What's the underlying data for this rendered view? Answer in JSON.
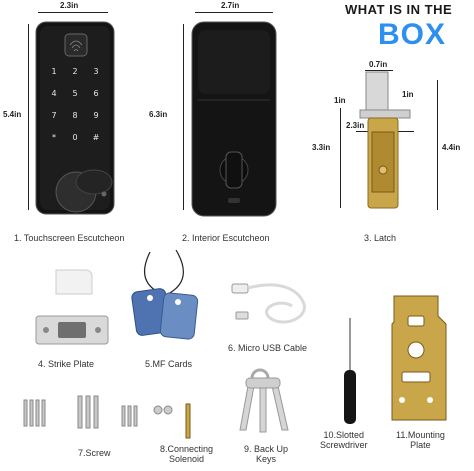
{
  "header": {
    "line1": "WHAT IS IN THE",
    "line2": "BOX"
  },
  "dimensions": {
    "front_width": "2.3in",
    "front_height": "5.4in",
    "interior_width": "2.7in",
    "interior_height": "6.3in",
    "latch_top_width": "0.7in",
    "latch_left_1": "1in",
    "latch_right_1": "1in",
    "latch_mid_width": "2.3in",
    "latch_height_left": "3.3in",
    "latch_height_right": "4.4in"
  },
  "keypad": {
    "keys": [
      "1",
      "2",
      "3",
      "4",
      "5",
      "6",
      "7",
      "8",
      "9",
      "*",
      "0",
      "#"
    ]
  },
  "items": [
    {
      "label": "1. Touchscreen Escutcheon"
    },
    {
      "label": "2. Interior Escutcheon"
    },
    {
      "label": "3. Latch"
    },
    {
      "label": "4. Strike Plate"
    },
    {
      "label": "5.MF Cards"
    },
    {
      "label": "6. Micro USB Cable"
    },
    {
      "label": "7.Screw"
    },
    {
      "label": "8.Connecting",
      "label2": "Solenoid"
    },
    {
      "label": "9. Back Up",
      "label2": "Keys"
    },
    {
      "label": "10.Slotted",
      "label2": "Screwdriver"
    },
    {
      "label": "11.Mounting",
      "label2": "Plate"
    }
  ],
  "colors": {
    "accent": "#2d8ff0",
    "lock_body": "#151515",
    "card_blue": "#5a7fb8",
    "brass": "#c9a64a"
  }
}
